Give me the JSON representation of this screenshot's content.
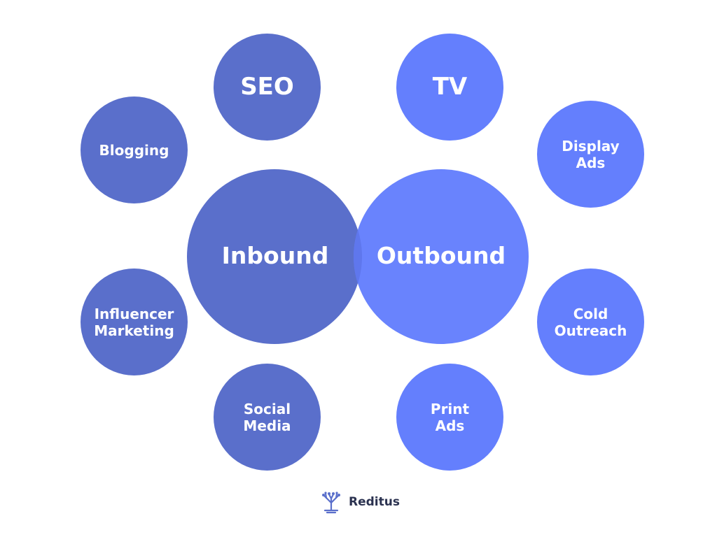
{
  "colors": {
    "inbound": "#5a6fcb",
    "outbound": "#647ffd",
    "logo_text": "#2b3250"
  },
  "diagram": {
    "inbound": {
      "label": "Inbound",
      "items": {
        "seo": "SEO",
        "blogging": "Blogging",
        "influencer": "Influencer\nMarketing",
        "social": "Social\nMedia"
      }
    },
    "outbound": {
      "label": "Outbound",
      "items": {
        "tv": "TV",
        "display": "Display\nAds",
        "cold": "Cold\nOutreach",
        "print": "Print\nAds"
      }
    }
  },
  "logo": {
    "icon": "tree-icon",
    "text": "Reditus"
  }
}
